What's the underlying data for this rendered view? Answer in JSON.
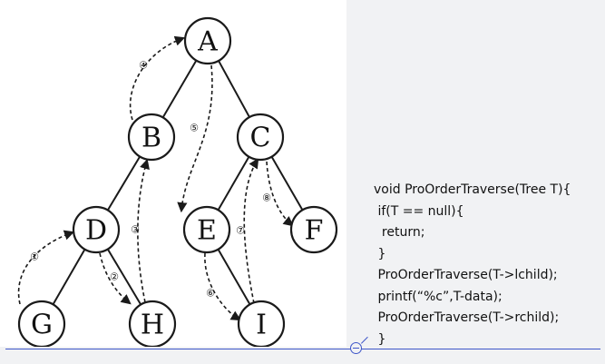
{
  "tree": {
    "nodes": [
      {
        "id": "A",
        "label": "A"
      },
      {
        "id": "B",
        "label": "B"
      },
      {
        "id": "C",
        "label": "C"
      },
      {
        "id": "D",
        "label": "D"
      },
      {
        "id": "E",
        "label": "E"
      },
      {
        "id": "F",
        "label": "F"
      },
      {
        "id": "G",
        "label": "G"
      },
      {
        "id": "H",
        "label": "H"
      },
      {
        "id": "I",
        "label": "I"
      }
    ],
    "edges": [
      [
        "A",
        "B"
      ],
      [
        "A",
        "C"
      ],
      [
        "B",
        "D"
      ],
      [
        "C",
        "E"
      ],
      [
        "C",
        "F"
      ],
      [
        "D",
        "G"
      ],
      [
        "D",
        "H"
      ],
      [
        "E",
        "I"
      ]
    ],
    "steps": [
      {
        "label": "①",
        "from": "G",
        "to": "D"
      },
      {
        "label": "②",
        "from": "D",
        "to": "H"
      },
      {
        "label": "③",
        "from": "H",
        "to": "B"
      },
      {
        "label": "④",
        "from": "B",
        "to": "A"
      },
      {
        "label": "⑤",
        "from": "A",
        "to": "E"
      },
      {
        "label": "⑥",
        "from": "E",
        "to": "I"
      },
      {
        "label": "⑦",
        "from": "I",
        "to": "C"
      },
      {
        "label": "⑧",
        "from": "C",
        "to": "F"
      }
    ]
  },
  "code": {
    "lines": [
      "void ProOrderTraverse(Tree T){",
      " if(T == null){",
      "  return;",
      " }",
      " ProOrderTraverse(T->lchild);",
      " printf(“%c”,T-data);",
      " ProOrderTraverse(T->rchild);",
      " }"
    ]
  }
}
